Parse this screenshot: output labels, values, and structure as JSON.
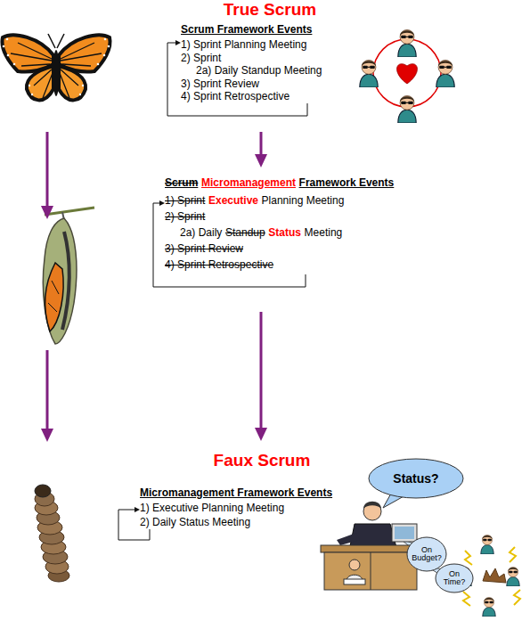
{
  "diagram": {
    "nodes": [
      {
        "text": [
          "Scrum Framework Events",
          "1) Sprint Planning Meeting",
          "2) Sprint",
          "2a) Daily Standup Meeting",
          "3) Sprint Review",
          "4) Sprint Retrospective"
        ]
      },
      {
        "text": [
          "Scrum",
          "Micromanagement",
          "Framework Events",
          "1) Sprint",
          "Executive",
          "Planning Meeting",
          "2) Sprint",
          "2a) Daily",
          "Standup",
          "Status",
          "Meeting",
          "3) Sprint Review",
          "4) Sprint Retrospective"
        ]
      },
      {
        "text": [
          "Micromanagement Framework Events",
          "1) Executive Planning Meeting",
          "2) Daily Status Meeting"
        ]
      },
      {
        "text": [
          "Status?"
        ]
      },
      {
        "text": [
          "On Budget?"
        ]
      },
      {
        "text": [
          "On Time?"
        ]
      }
    ],
    "edges": [
      {
        "from": 0,
        "to": 1,
        "arrow": "to"
      },
      {
        "from": 1,
        "to": 2,
        "arrow": "to"
      }
    ],
    "labels": [
      "True Scrum",
      "Faux Scrum"
    ]
  }
}
